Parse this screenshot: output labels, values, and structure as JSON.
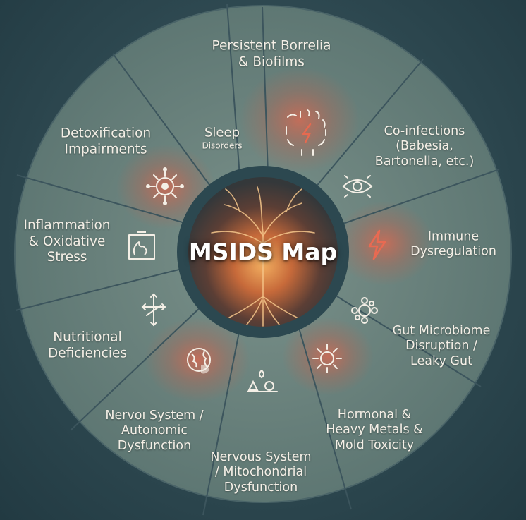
{
  "center": {
    "title": "MSIDS Map"
  },
  "segments": [
    {
      "id": "borrelia",
      "lines": [
        "Persistent Borrelia",
        "& Biofilms"
      ],
      "icon": "bacteria-bolt-icon"
    },
    {
      "id": "coinfections",
      "lines": [
        "Co-infections",
        "(Babesia,",
        "Bartonella, etc.)"
      ],
      "icon": "eye-icon"
    },
    {
      "id": "immune",
      "lines": [
        "Immune",
        "Dysregulation"
      ],
      "icon": "lightning-icon"
    },
    {
      "id": "gut",
      "lines": [
        "Gut Microbiome",
        "Disruption /",
        "Leaky Gut"
      ],
      "icon": "microbe-icon"
    },
    {
      "id": "hormonal",
      "lines": [
        "Hormonal &",
        "Heavy Metals &",
        "Mold Toxicity"
      ],
      "icon": "sun-icon"
    },
    {
      "id": "mito",
      "lines": [
        "Nervous System",
        "/ Mitochondrial",
        "Dysfunction"
      ],
      "icon": "flask-icon"
    },
    {
      "id": "autonomic",
      "lines": [
        "Nervoı System /",
        "Autonomic",
        "Dysfunction"
      ],
      "icon": "brain-icon"
    },
    {
      "id": "nutrition",
      "lines": [
        "Nutritional",
        "Deficiencies"
      ],
      "icon": "arrows-icon"
    },
    {
      "id": "inflammation",
      "lines": [
        "Inflammation",
        "& Oxidative",
        "Stress"
      ],
      "icon": "flame-box-icon"
    },
    {
      "id": "detox",
      "lines": [
        "Detoxification",
        "Impairments"
      ],
      "icon": "virus-icon"
    },
    {
      "id": "sleep",
      "heading": "Sleep",
      "sub": "Disorders"
    }
  ],
  "colors": {
    "wheel": "#6e8680",
    "divider": "#3c555d",
    "ring": "#2c4850",
    "glow": "#e0674e",
    "text": "#f4efe6",
    "center_glow": "#d87a42"
  }
}
